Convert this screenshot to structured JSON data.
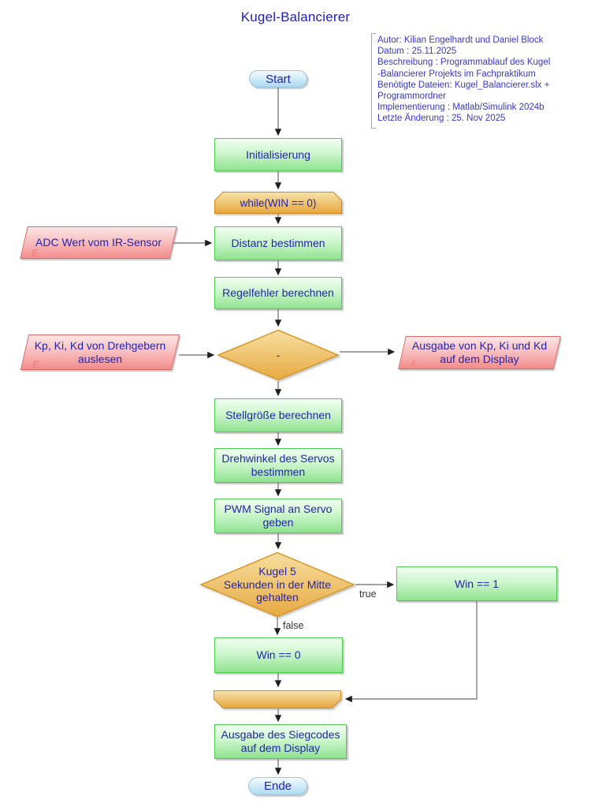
{
  "title": "Kugel-Balancierer",
  "annotation": {
    "text": "Autor: Kilian Engelhardt und Daniel Block\nDatum : 25.11.2025\nBeschreibung : Programmablauf des Kugel\n-Balancierer Projekts im Fachpraktikum\nBenötigte Dateien: Kugel_Balancierer.slx +\nProgrammordner\nImplementierung : Matlab/Simulink 2024b\nLetzte Änderung : 25. Nov 2025"
  },
  "nodes": {
    "start": "Start",
    "init": "Initialisierung",
    "while_loop": "while(WIN == 0)",
    "distanz": "Distanz bestimmen",
    "adc_input": "ADC Wert vom IR-Sensor",
    "regelfehler": "Regelfehler berechnen",
    "decision_minus": "-",
    "kp_input": "Kp, Ki, Kd von Drehgebern\nauslesen",
    "kp_output": "Ausgabe von Kp, Ki und Kd\nauf dem Display",
    "stellgroesse": "Stellgröße berechnen",
    "drehwinkel": "Drehwinkel des Servos\nbestimmen",
    "pwm": "PWM Signal an Servo\ngeben",
    "decision_kugel": "Kugel 5\nSekunden in der Mitte\ngehalten",
    "win1": "Win == 1",
    "win0": "Win == 0",
    "siegcode": "Ausgabe des Siegcodes\nauf dem Display",
    "ende": "Ende"
  },
  "edge_labels": {
    "true": "true",
    "false": "false"
  },
  "markers": {
    "input": "E",
    "output": "A"
  },
  "colors": {
    "node_text": "#2424b0",
    "annotation_text": "#3737cc",
    "process_fill_bottom": "#8fe28f",
    "process_border": "#4fc94f",
    "terminator_fill_bottom": "#abdaf0",
    "decision_fill_bottom": "#e7a63e",
    "decision_border": "#d0891f",
    "io_fill_bottom": "#f28c8c",
    "io_border": "#d96a6a",
    "edge_line": "#6b6b6b"
  }
}
